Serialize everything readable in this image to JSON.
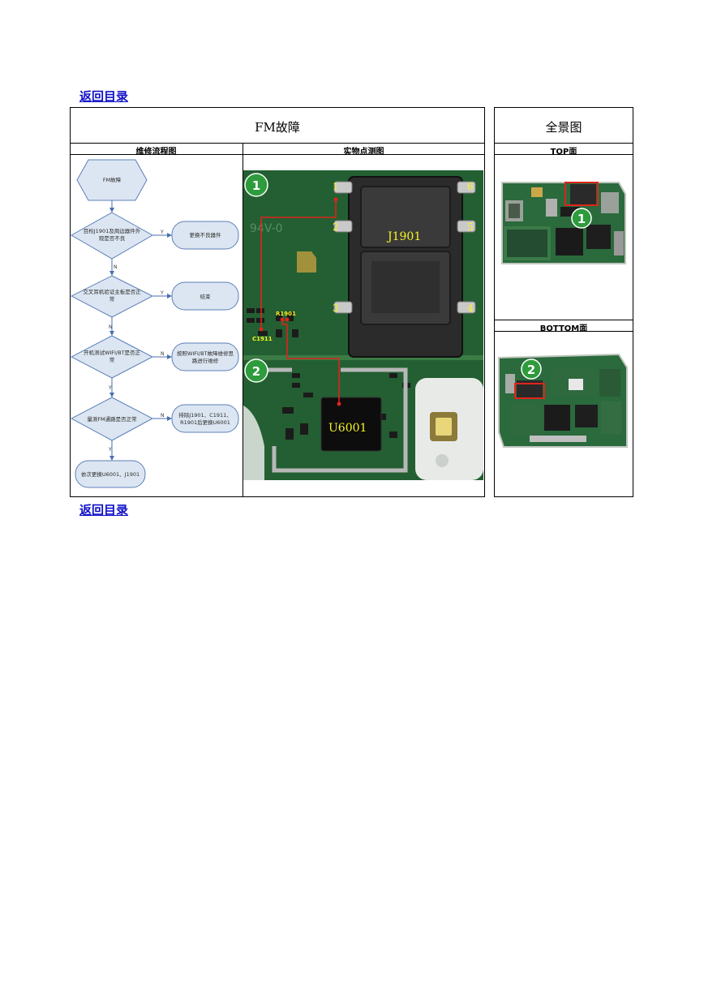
{
  "nav": {
    "back_link_top": "返回目录",
    "back_link_bottom": "返回目录"
  },
  "main_table": {
    "title": "FM故障",
    "col_flow": "维修流程图",
    "col_photo": "实物点测图"
  },
  "overview": {
    "title": "全景图",
    "top_label": "TOP面",
    "bottom_label": "BOTTOM面",
    "badge_top": "1",
    "badge_bottom": "2"
  },
  "flowchart": {
    "start": "FM故障",
    "q1_line1": "目检J1901及周边器件外",
    "q1_line2": "观是否不良",
    "a1": "更换不良器件",
    "q2_line1": "交叉耳机验证主板是否正",
    "q2_line2": "常",
    "a2": "结束",
    "q3_line1": "开机测试WIFI/BT是否正",
    "q3_line2": "常",
    "a3_line1": "按照WIFI/BT故障维修思",
    "a3_line2": "路进行维修",
    "q4": "量测FM通路是否正常",
    "a4_line1": "排除J1901、C1911、",
    "a4_line2": "R1901后更换U6001",
    "end": "依次更换U6001、J1901",
    "yes": "Y",
    "no": "N"
  },
  "photo": {
    "badge1": "1",
    "badge2": "2",
    "connector": "J1901",
    "chip": "U6001",
    "resistor": "R1901",
    "capacitor": "C1911",
    "pins": [
      "1",
      "2",
      "3",
      "4",
      "5",
      "6"
    ],
    "silk_text": "94V-0"
  },
  "colors": {
    "link": "#1010c8",
    "flow_fill": "#dce6f2",
    "flow_stroke": "#5b7fb8",
    "pcb": "#1f5a2e",
    "trace": "#e0231c",
    "badge": "#2e9b3c"
  }
}
